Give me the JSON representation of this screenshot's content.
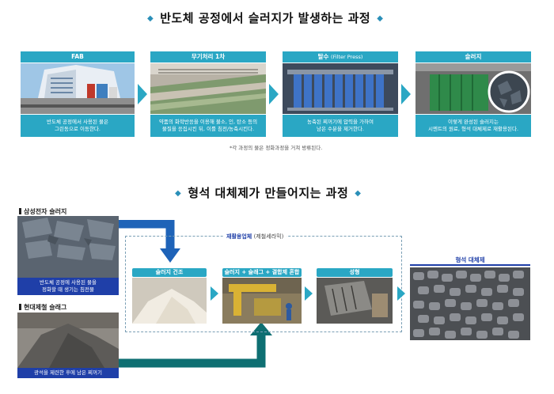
{
  "section1": {
    "title": "반도체 공정에서 슬러지가 발생하는 과정",
    "cards": [
      {
        "head": "FAB",
        "sub": "",
        "desc1": "반도체 공정에서 사용된 물은",
        "desc2": "그린동으로 이동한다."
      },
      {
        "head": "무기처리 1차",
        "sub": "",
        "desc1": "약품의 화학반응을 이용해 불소, 인, 탄소 등의",
        "desc2": "물질을 응집시킨 뒤, 이를 침전/농축시킨다."
      },
      {
        "head": "탈수",
        "sub": "(Filter Press)",
        "desc1": "농축된 찌꺼기에 압력을 가하여",
        "desc2": "남은 수분을 제거한다."
      },
      {
        "head": "슬러지",
        "sub": "",
        "desc1": "이렇게 완성된 슬러지는",
        "desc2": "시멘트의 원료, 형석 대체제로 재활용된다."
      }
    ],
    "note": "*각 과정의 물은 정화과정을 거쳐 방류된다."
  },
  "section2": {
    "title": "형석 대체제가 만들어지는 과정",
    "source1": {
      "label": "삼성전자 슬러지",
      "desc1": "반도체 공정에 사용된 물을",
      "desc2": "정화할 때 생기는 침전물"
    },
    "source2": {
      "label": "현대제철 슬래그",
      "desc": "광석을 제련한 후에 남은 찌꺼기"
    },
    "company": "재활용업체",
    "company_sub": "(제철세라믹)",
    "steps": [
      "슬러지 건조",
      "슬러지 + 슬래그 + 결합제 혼합",
      "성형"
    ],
    "result": "형석 대체제"
  },
  "colors": {
    "teal": "#2aa7c4",
    "navy": "#1f3fa8",
    "arrow_blue": "#1e63b8"
  }
}
